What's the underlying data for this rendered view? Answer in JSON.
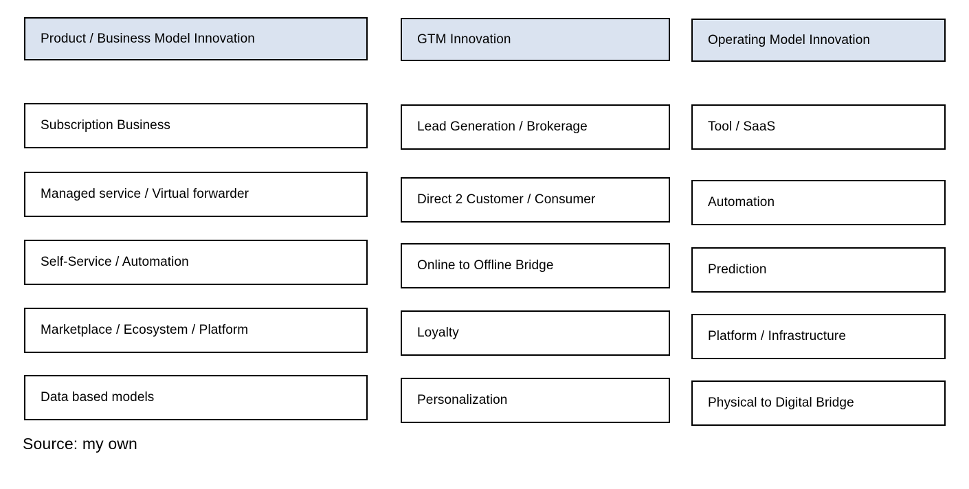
{
  "diagram": {
    "type": "three-column-category-matrix",
    "title_row_fill": "#dae3f0",
    "box_fill": "#ffffff",
    "border_color": "#000000",
    "columns": [
      {
        "id": "product-business-model-innovation",
        "header": "Product / Business Model Innovation",
        "items": [
          "Subscription Business",
          "Managed service / Virtual forwarder",
          "Self-Service / Automation",
          "Marketplace / Ecosystem / Platform",
          "Data based models"
        ]
      },
      {
        "id": "gtm-innovation",
        "header": "GTM Innovation",
        "items": [
          "Lead Generation / Brokerage",
          "Direct 2 Customer / Consumer",
          "Online to Offline Bridge",
          "Loyalty",
          "Personalization"
        ]
      },
      {
        "id": "operating-model-innovation",
        "header": "Operating Model Innovation",
        "items": [
          "Tool / SaaS",
          "Automation",
          "Prediction",
          "Platform / Infrastructure",
          "Physical to Digital Bridge"
        ]
      }
    ]
  },
  "footer": {
    "source": "Source: my own"
  }
}
